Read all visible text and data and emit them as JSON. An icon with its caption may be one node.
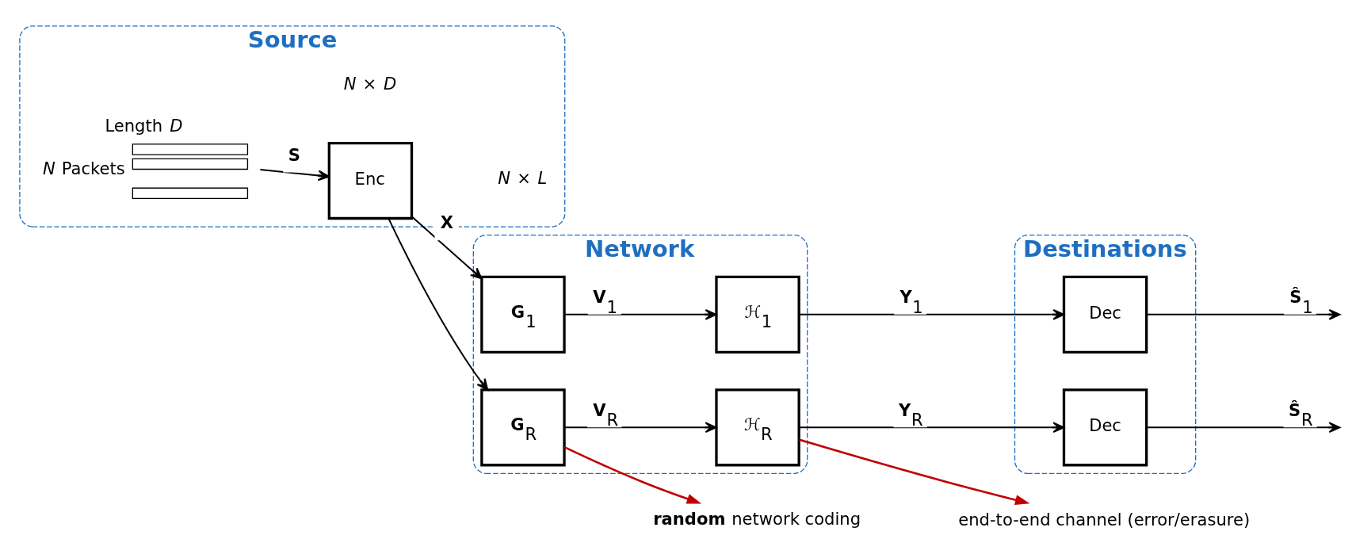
{
  "diagram": {
    "nodes": [
      {
        "text": [
          "Source"
        ]
      },
      {
        "text": [],
        "shape": "picture",
        "in": 0,
        "beside": [
          "Length *D*",
          "*N* Packets"
        ]
      },
      {
        "text": [
          "Enc"
        ],
        "in": 0
      },
      {
        "text": [
          "Network"
        ]
      },
      {
        "text": [
          "**G**$_{1}$"
        ],
        "in": 3
      },
      {
        "text": [
          "ℋ$_{1}$"
        ],
        "in": 3
      },
      {
        "text": [
          "**G**$_{R}$"
        ],
        "in": 3
      },
      {
        "text": [
          "ℋ$_{R}$"
        ],
        "in": 3
      },
      {
        "text": [
          "Destinations"
        ]
      },
      {
        "text": [
          "Dec"
        ],
        "in": 8
      },
      {
        "text": [
          "Dec"
        ],
        "in": 8
      },
      {
        "text": [
          "**random** network coding"
        ]
      },
      {
        "text": [
          "end-to-end channel (error/erasure)"
        ]
      }
    ],
    "edges": [
      {
        "from": 1,
        "to": 2,
        "arrow": "to",
        "label": "**S**"
      },
      {
        "from": 2,
        "to": 4,
        "arrow": "to",
        "label": "**X**"
      },
      {
        "from": 2,
        "to": 6,
        "arrow": "to"
      },
      {
        "from": 4,
        "to": 5,
        "arrow": "to",
        "label": "**V**$_{1}$"
      },
      {
        "from": 6,
        "to": 7,
        "arrow": "to",
        "label": "**V**$_{R}$"
      },
      {
        "from": 5,
        "to": 9,
        "arrow": "to",
        "label": "**Y**$_{1}$"
      },
      {
        "from": 7,
        "to": 10,
        "arrow": "to",
        "label": "**Y**$_{R}$"
      },
      {
        "from": 9,
        "to": null,
        "arrow": "to",
        "label": "**Ŝ**$_{1}$"
      },
      {
        "from": 10,
        "to": null,
        "arrow": "to",
        "label": "**Ŝ**$_{R}$"
      },
      {
        "from": 6,
        "to": 11,
        "arrow": "to",
        "color": "#c00000"
      },
      {
        "from": 7,
        "to": 12,
        "arrow": "to",
        "color": "#c00000"
      }
    ],
    "labels": [
      "*N* × *D*",
      "*N* × *L*"
    ]
  }
}
